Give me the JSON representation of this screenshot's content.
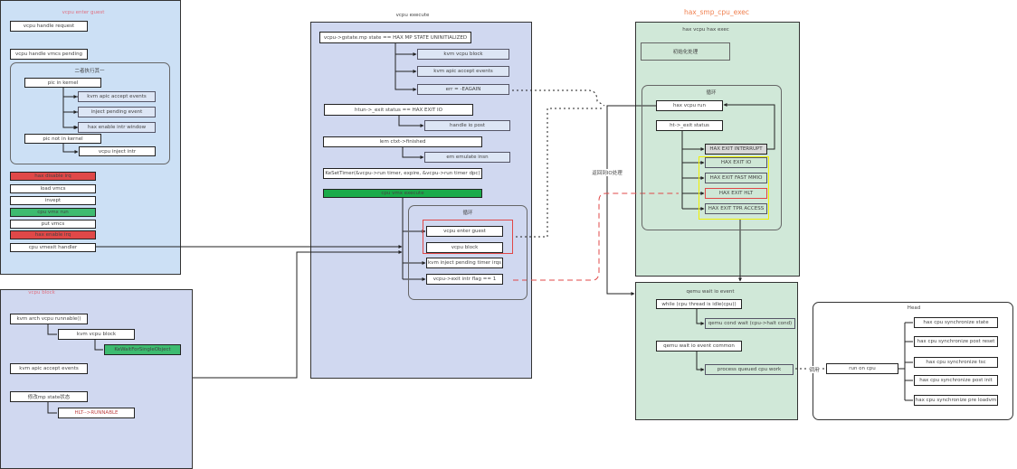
{
  "enter_guest": {
    "title": "vcpu enter guest",
    "handle_request": "vcpu handle request",
    "handle_vmcs_pending": "vcpu handle vmcs pending",
    "choose_one": "二者执行其一",
    "pic_in_kernel": "pic in kernel",
    "kvm_apic_accept": "kvm apic accept events",
    "inject_pending": "inject pending event",
    "enable_intr_window": "hax enable intr window",
    "pic_not_in_kernel": "pic not in kernel",
    "vcpu_inject_intr": "vcpu inject intr",
    "disable_irq": "hax disable irq",
    "load_vmcs": "load vmcs",
    "invept": "invept",
    "cpu_vmx_run": "cpu vmx run",
    "put_vmcs": "put vmcs",
    "enable_irq": "hax enable irq",
    "vmexit_handler": "cpu vmexit handler"
  },
  "execute": {
    "title": "vcpu execute",
    "mp_state": "vcpu->gstate.mp state == HAX MP STATE UNINITIALIZED",
    "kvm_vcpu_block": "kvm vcpu block",
    "kvm_apic_accept": "kvm apic accept events",
    "eagain": "err = -EAGAIN",
    "exit_io": "htun->_exit status == HAX EXIT IO",
    "handle_io_post": "handle io post",
    "finished": "lem ctxt->finished",
    "emulate": "em emulate insn",
    "set_timer": "KeSetTimer(&vcpu->run timer, expire, &vcpu->run timer dpc)",
    "vmx_execute": "cpu vmx execute",
    "loop": "循环",
    "enter_guest": "vcpu enter guest",
    "vcpu_block": "vcpu block",
    "inject_timer": "kvm inject pending timer irqs",
    "exit_intr": "vcpu->exit intr flag == 1"
  },
  "hax_exec": {
    "title": "hax_smp_cpu_exec",
    "panel_title": "hax vcpu hax exec",
    "preprocess": "初始化处理",
    "loop": "循环",
    "vcpu_run": "hax vcpu run",
    "exit_status": "ht->_exit status",
    "interrupt": "HAX EXIT INTERRUPT",
    "io": "HAX EXIT IO",
    "fast_mmio": "HAX EXIT FAST MMIO",
    "hlt": "HAX EXIT HLT",
    "tpr": "HAX EXIT TPR ACCESS",
    "return_label": "返回到IO处理"
  },
  "wait_io": {
    "title": "qemu wait io event",
    "while_idle": "while (cpu thread is idle(cpu))",
    "cond_wait": "qemu cond wait (cpu->halt cond)",
    "common": "qemu wait io event common",
    "process_work": "process queued cpu work",
    "call_label": "调用"
  },
  "head": {
    "title": "Head",
    "run_on_cpu": "run on cpu",
    "items": [
      "hax cpu synchronize state",
      "hax cpu synchronize post reset",
      "hax cpu synchronize tsc",
      "hax cpu synchronize post init",
      "hax cpu synchronize pre loadvm"
    ]
  },
  "block": {
    "title": "vcpu block",
    "runnable": "kvm arch vcpu runnable()",
    "kvm_vcpu_block": "kvm vcpu block",
    "wait": "KeWaitForSingleObject",
    "apic": "kvm apic accept events",
    "modify": "修改mp state状态",
    "hlt_runnable": "HLT-->RUNNABLE"
  },
  "colors": {
    "red": "#e04848",
    "green": "#3dbb70",
    "dark_green": "#1aab4a",
    "blue_panel": "#cce0f5",
    "lav_panel": "#d0d8f0",
    "green_panel": "#d0e8d8",
    "yellow": "#ffee00"
  }
}
